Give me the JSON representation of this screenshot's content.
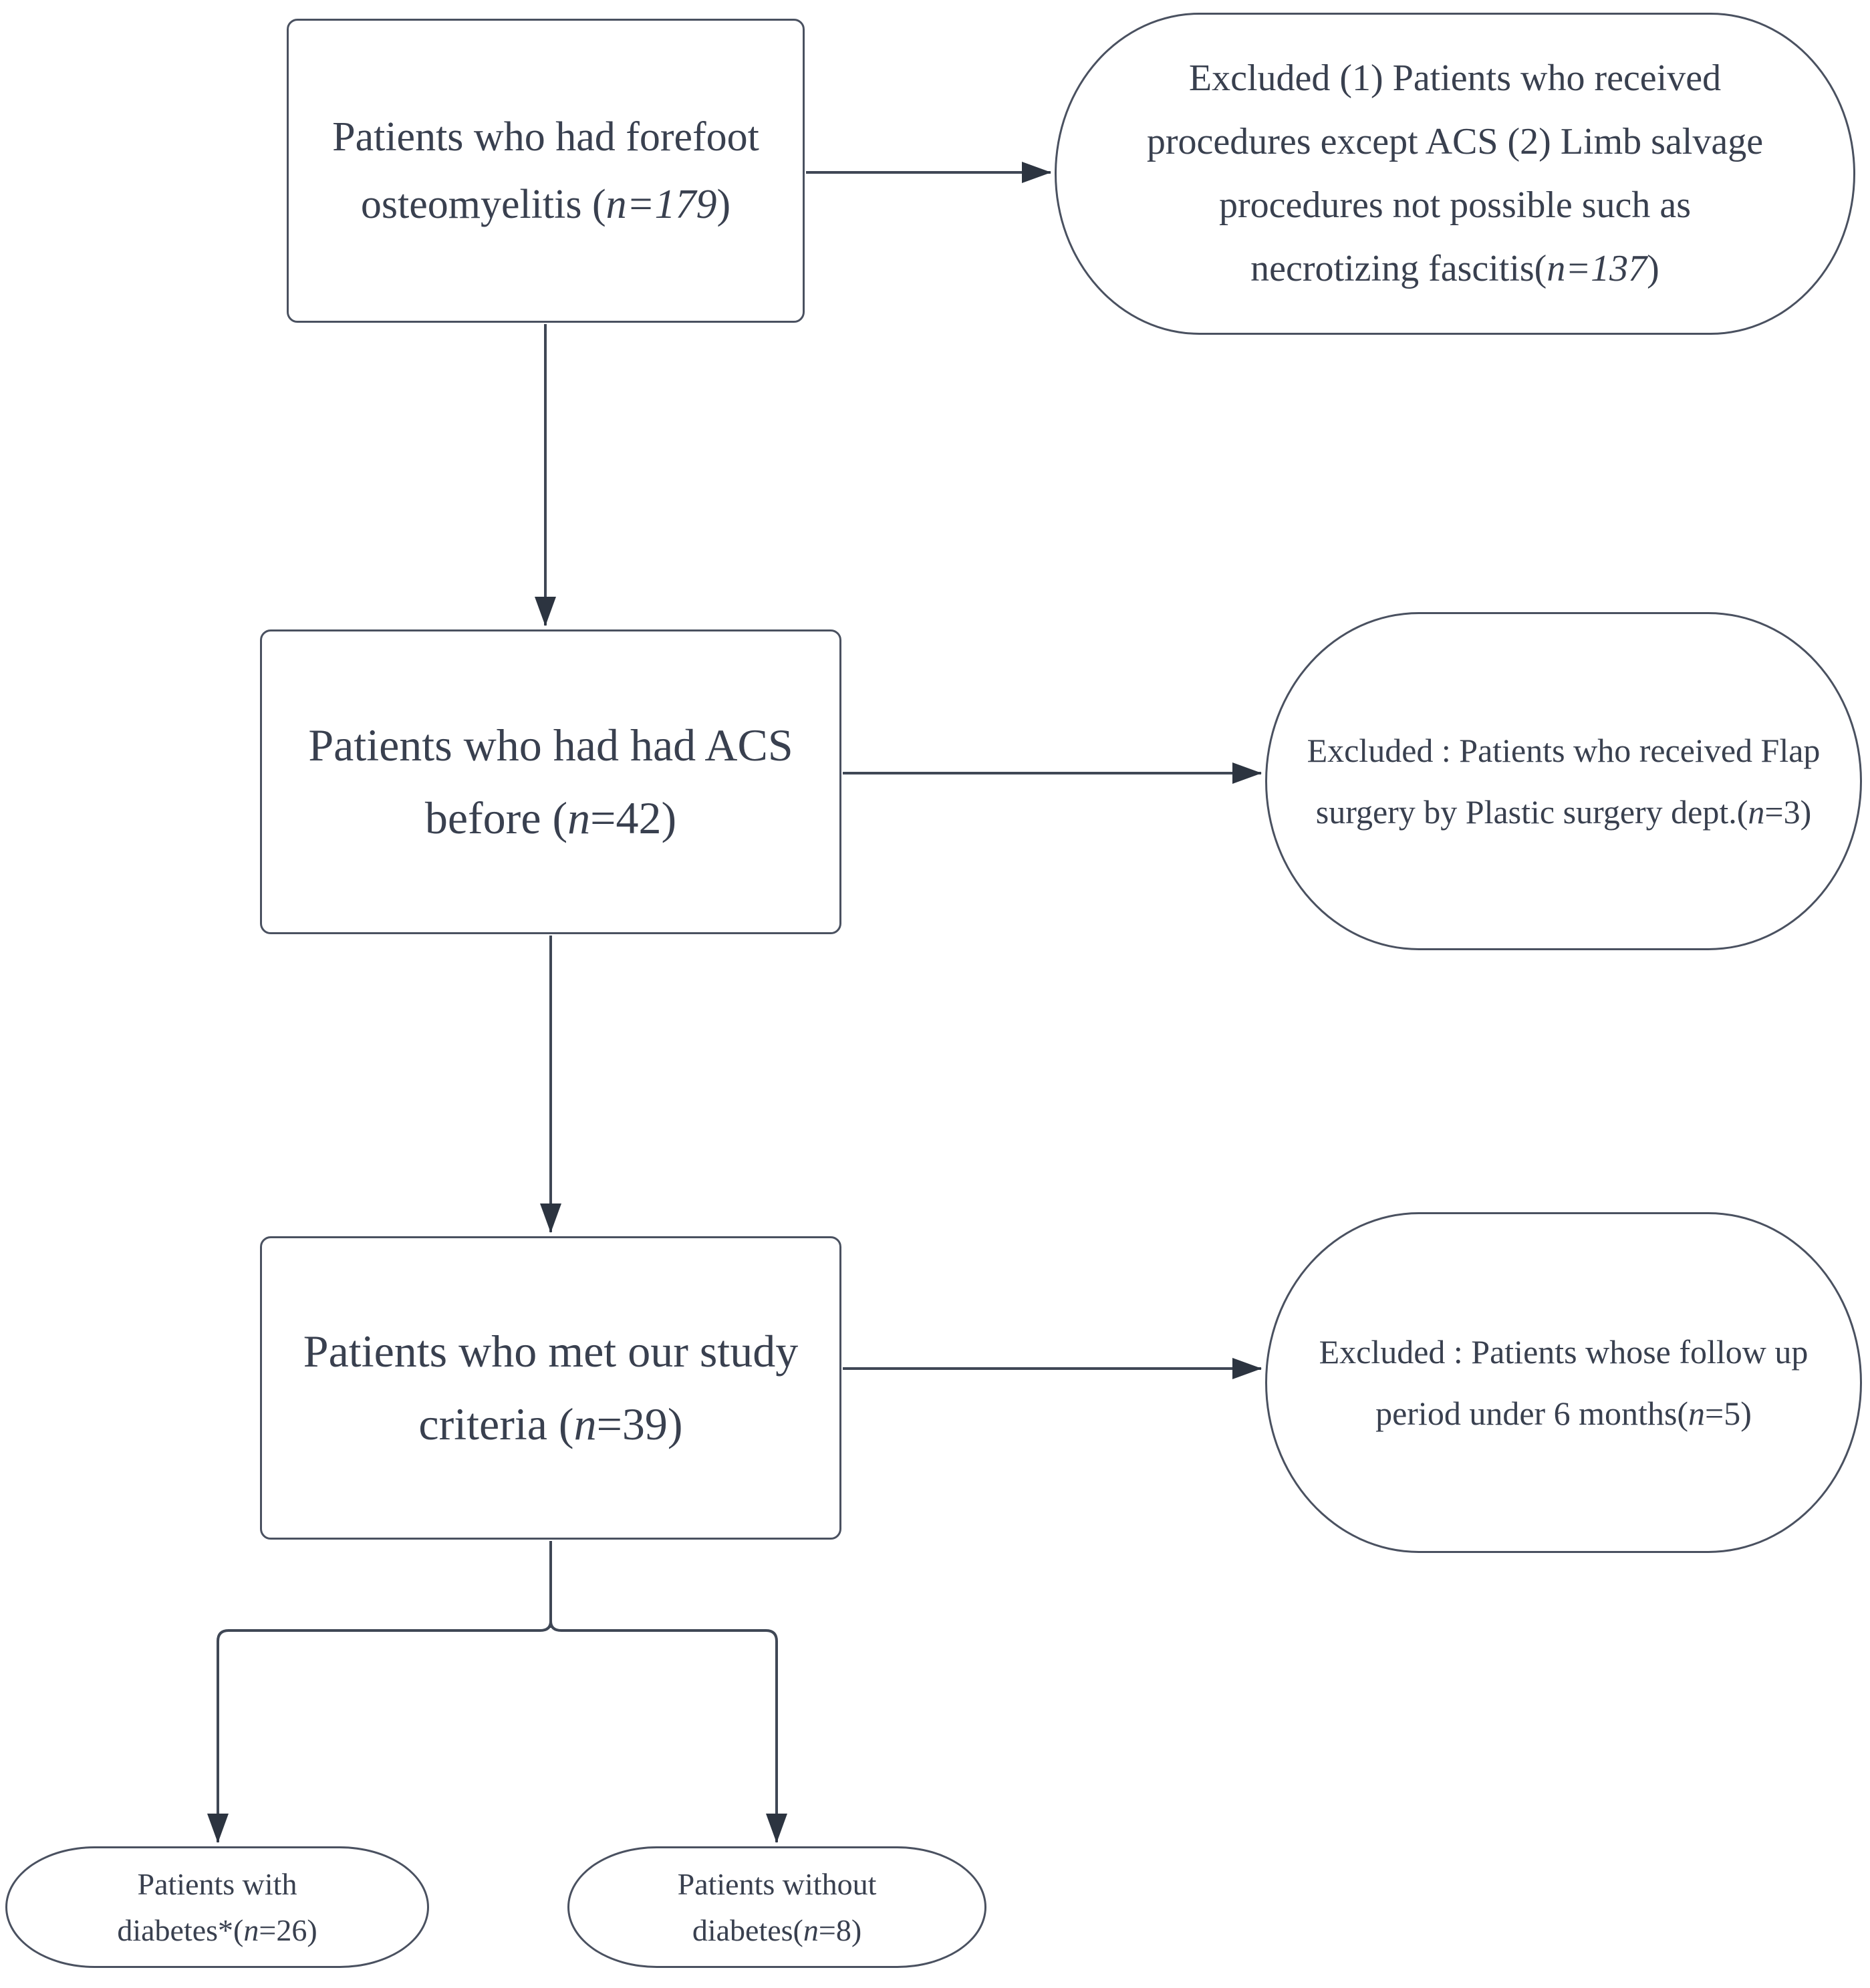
{
  "colors": {
    "background": "#ffffff",
    "ink": "#39404f",
    "border": "#4a5160",
    "line": "#3f4755",
    "arrowhead": "#2c3440"
  },
  "nodes": {
    "box1": {
      "shape": "rectangle",
      "n": 179,
      "line1": "Patients who had forefoot",
      "line2_pre": "osteomyelitis (",
      "line2_italic": "n=179",
      "line2_post": ")"
    },
    "excl1": {
      "shape": "terminator",
      "n": 137,
      "line1": "Excluded (1) Patients who received",
      "line2": "procedures except ACS (2) Limb salvage",
      "line3": "procedures not possible such as",
      "line4_pre": "necrotizing fascitis(",
      "line4_italic": "n=137",
      "line4_post": ")"
    },
    "box2": {
      "shape": "rectangle",
      "n": 42,
      "line1": "Patients who had had ACS",
      "line2_pre": "before (",
      "line2_italic": "n",
      "line2_post": "=42)"
    },
    "excl2": {
      "shape": "terminator",
      "n": 3,
      "line1": "Excluded : Patients who received Flap",
      "line2_pre": "surgery by Plastic surgery dept.(",
      "line2_italic": "n",
      "line2_post": "=3)"
    },
    "box3": {
      "shape": "rectangle",
      "n": 39,
      "line1": "Patients who met our study",
      "line2_pre": "criteria (",
      "line2_italic": "n",
      "line2_post": "=39)"
    },
    "excl3": {
      "shape": "terminator",
      "n": 5,
      "line1": "Excluded : Patients whose follow up",
      "line2_pre": "period under 6 months(",
      "line2_italic": "n",
      "line2_post": "=5)"
    },
    "stadium_left": {
      "shape": "stadium",
      "n": 26,
      "line1": "Patients with",
      "line2_pre": "diabetes*(",
      "line2_italic": "n",
      "line2_post": "=26)"
    },
    "stadium_right": {
      "shape": "stadium",
      "n": 8,
      "line1": "Patients without",
      "line2_pre": "diabetes(",
      "line2_italic": "n",
      "line2_post": "=8)"
    }
  }
}
